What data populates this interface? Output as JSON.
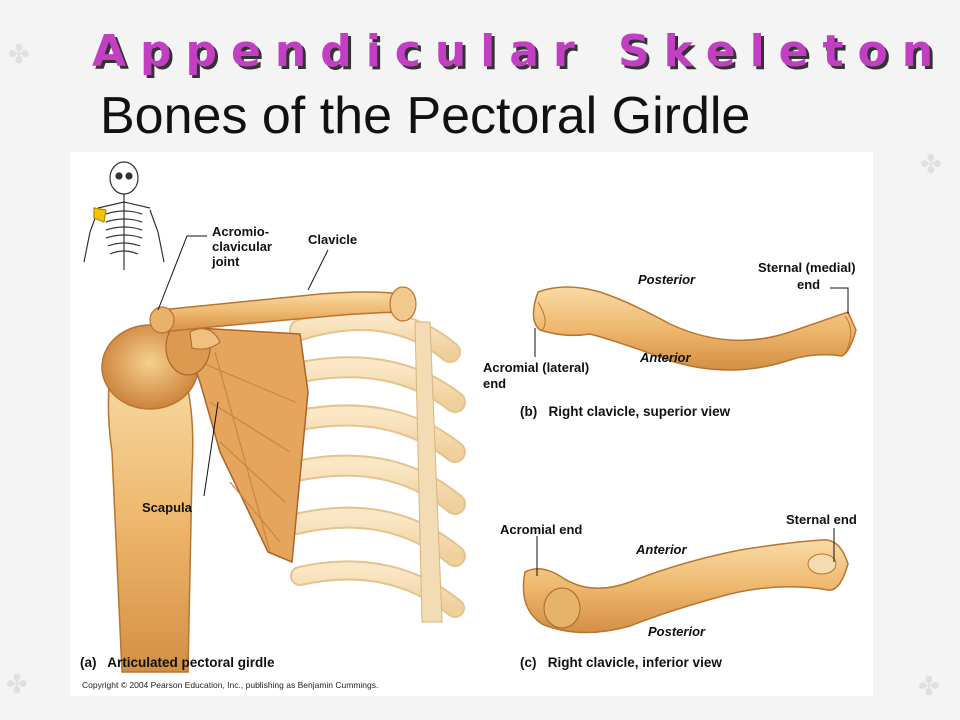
{
  "slide": {
    "super_title": "Appendicular Skeleton",
    "title": "Bones of the Pectoral Girdle"
  },
  "figure": {
    "labels": {
      "acromio": "Acromio-",
      "clavicular": "clavicular",
      "joint": "joint",
      "clavicle": "Clavicle",
      "scapula": "Scapula",
      "posterior_b": "Posterior",
      "anterior_b": "Anterior",
      "sternal_medial": "Sternal (medial)",
      "sternal_medial_end": "end",
      "acromial_lateral": "Acromial (lateral)",
      "acromial_lateral_end": "end",
      "acromial_end": "Acromial end",
      "sternal_end": "Sternal end",
      "anterior_c": "Anterior",
      "posterior_c": "Posterior"
    },
    "captions": {
      "a_letter": "(a)",
      "a_text": "Articulated pectoral girdle",
      "b_letter": "(b)",
      "b_text": "Right clavicle, superior view",
      "c_letter": "(c)",
      "c_text": "Right clavicle, inferior view"
    },
    "copyright": "Copyright © 2004 Pearson Education, Inc., publishing as Benjamin Cummings."
  },
  "colors": {
    "super_title": "#c23fc4",
    "bone_light": "#f3c98a",
    "bone_mid": "#e0a35a",
    "bone_dark": "#c9823c",
    "highlight": "#f5c400"
  }
}
